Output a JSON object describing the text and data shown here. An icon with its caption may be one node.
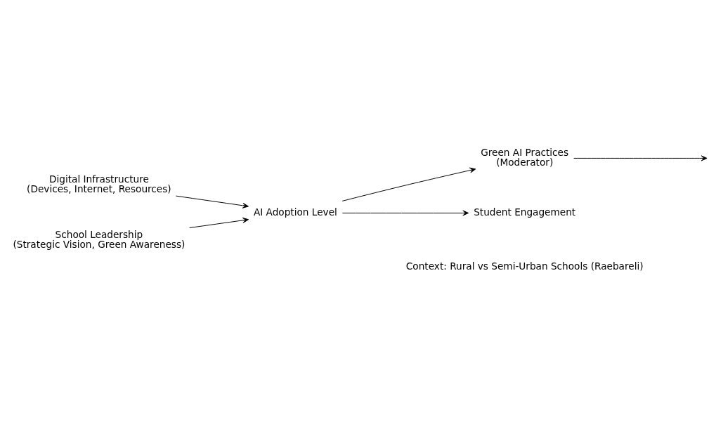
{
  "diagram": {
    "nodes": [
      {
        "text": [
          "Green AI Practices (Moderator)"
        ]
      },
      {
        "text": [
          "Digital Infrastructure (Devices, Internet, Resources)"
        ]
      },
      {
        "text": [
          "AI Adoption Level"
        ]
      },
      {
        "text": [
          "Student Engagement"
        ]
      },
      {
        "text": [
          "School Leadership (Strategic Vision, Green Awareness)"
        ]
      }
    ],
    "edges": [
      {
        "from": 1,
        "to": 2,
        "arrow": "to"
      },
      {
        "from": 4,
        "to": 2,
        "arrow": "to"
      },
      {
        "from": 2,
        "to": 0,
        "arrow": "to"
      },
      {
        "from": 2,
        "to": 3,
        "arrow": "to"
      },
      {
        "from": 0,
        "to": null,
        "arrow": "to"
      }
    ],
    "labels": [
      "Context: Rural vs Semi-Urban Schools (Raebareli)"
    ]
  }
}
